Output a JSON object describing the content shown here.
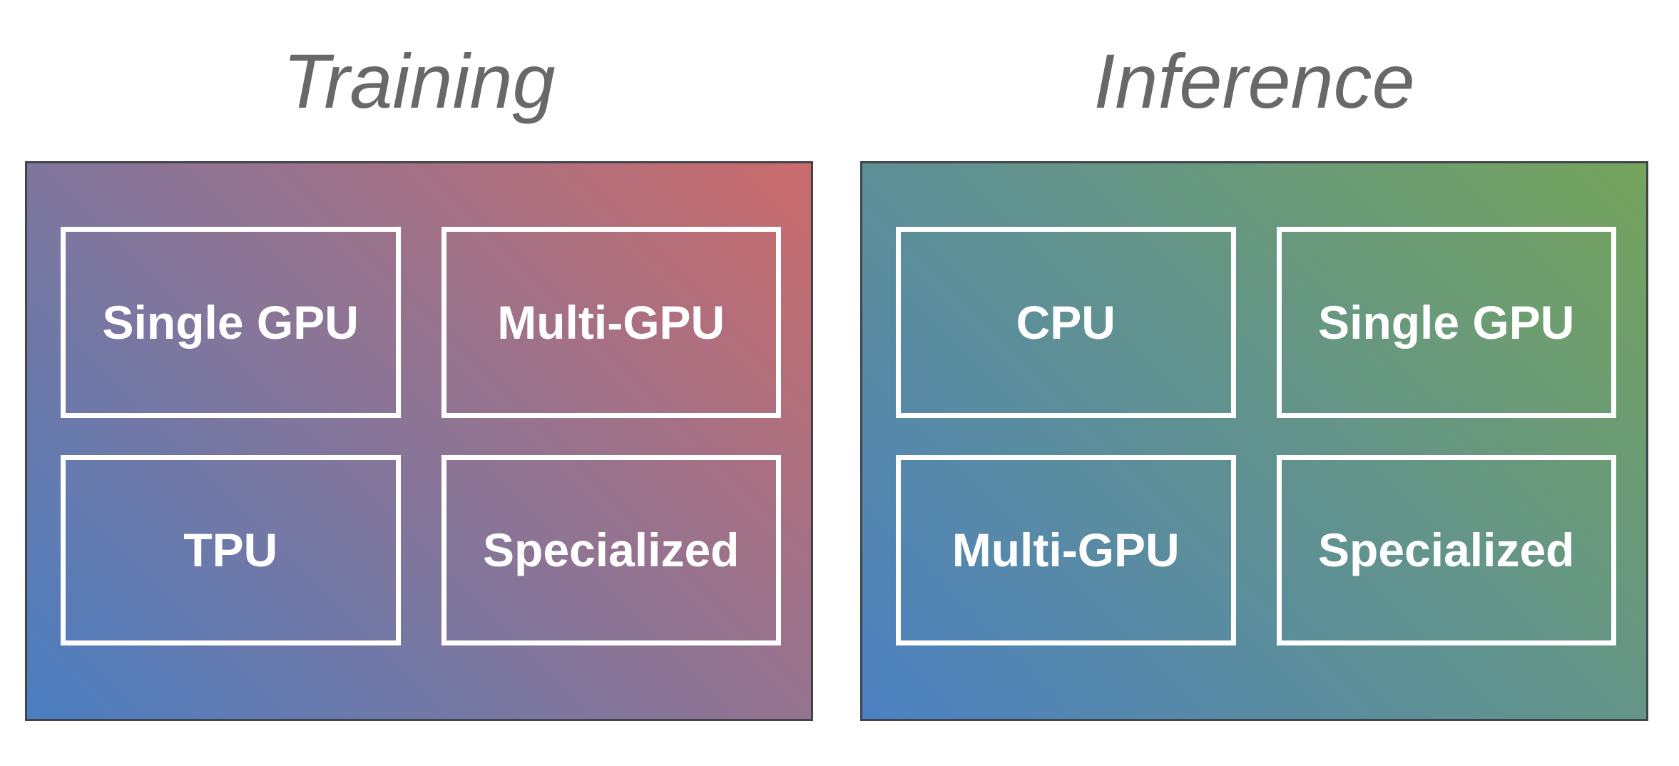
{
  "colors": {
    "background": "#ffffff",
    "title_text": "#686868",
    "panel_border": "#404347",
    "box_border": "#ffffff",
    "label_text": "#ffffff"
  },
  "panels": [
    {
      "id": "training",
      "title": "Training",
      "gradient_from": "#4a7ec1",
      "gradient_to": "#cb6b6b",
      "gradient_direction": "bottom-left blue to top-right red",
      "boxes": [
        {
          "label": "Single GPU"
        },
        {
          "label": "Multi-GPU"
        },
        {
          "label": "TPU"
        },
        {
          "label": "Specialized"
        }
      ]
    },
    {
      "id": "inference",
      "title": "Inference",
      "gradient_from": "#4c80c2",
      "gradient_to": "#75a45c",
      "gradient_direction": "bottom-left blue to top-right green",
      "boxes": [
        {
          "label": "CPU"
        },
        {
          "label": "Single GPU"
        },
        {
          "label": "Multi-GPU"
        },
        {
          "label": "Specialized"
        }
      ]
    }
  ]
}
